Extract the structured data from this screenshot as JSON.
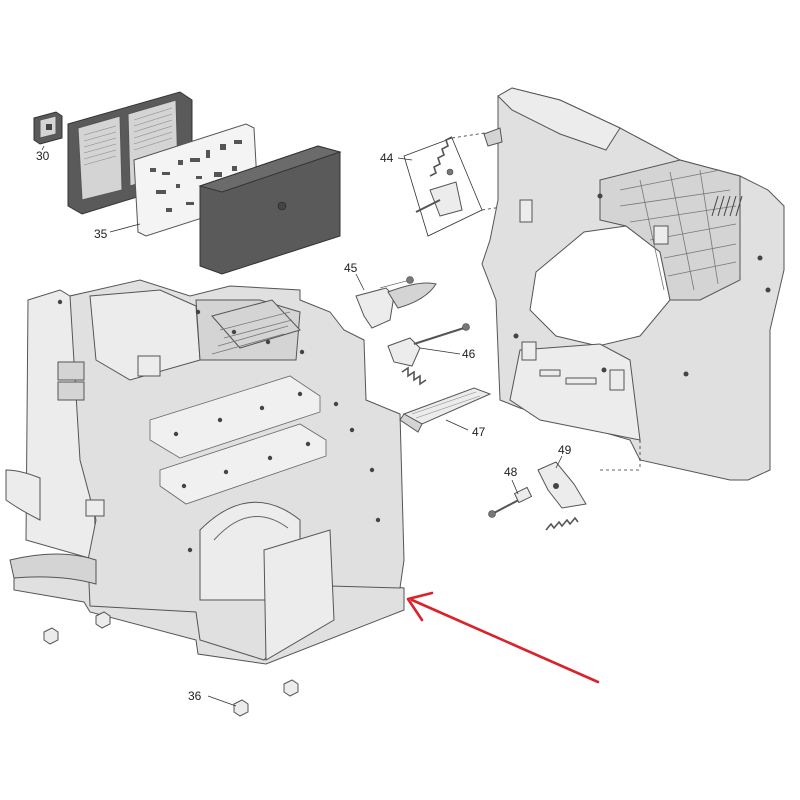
{
  "parts": [
    {
      "id": "30",
      "label": "30"
    },
    {
      "id": "35",
      "label": "35"
    },
    {
      "id": "36",
      "label": "36"
    },
    {
      "id": "44",
      "label": "44"
    },
    {
      "id": "45",
      "label": "45"
    },
    {
      "id": "46",
      "label": "46"
    },
    {
      "id": "47",
      "label": "47"
    },
    {
      "id": "48",
      "label": "48"
    },
    {
      "id": "49",
      "label": "49"
    }
  ],
  "colors": {
    "arrow": "#d9222a",
    "outline": "#555555",
    "fill": "#e0e0e0",
    "dark_part": "#5a5a5a"
  }
}
